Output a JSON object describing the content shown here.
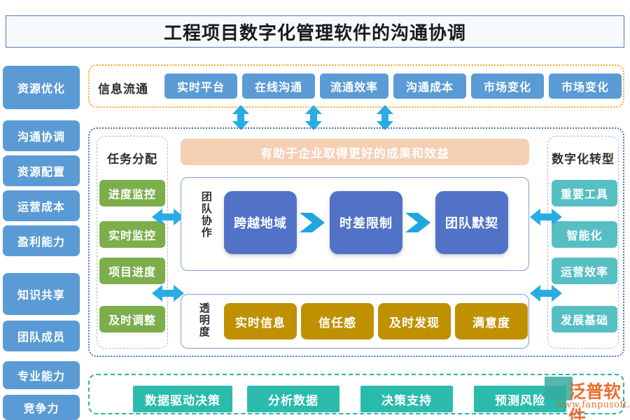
{
  "header": {
    "title": "工程项目数字化管理软件的沟通协调"
  },
  "sidebar": {
    "items": [
      {
        "label": "资源优化"
      },
      {
        "label": "沟通协调"
      },
      {
        "label": "资源配置"
      },
      {
        "label": "运营成本"
      },
      {
        "label": "盈利能力"
      },
      {
        "label": "知识共享"
      },
      {
        "label": "团队成员"
      },
      {
        "label": "专业能力"
      },
      {
        "label": "竞争力"
      }
    ]
  },
  "top_row": {
    "label": "信息流通",
    "chips": [
      {
        "label": "实时平台"
      },
      {
        "label": "在线沟通"
      },
      {
        "label": "流通效率"
      },
      {
        "label": "沟通成本"
      },
      {
        "label": "市场变化"
      },
      {
        "label": "市场变化"
      }
    ]
  },
  "left_panel": {
    "title": "任务分配",
    "chips": [
      {
        "label": "进度监控"
      },
      {
        "label": "实时监控"
      },
      {
        "label": "项目进度"
      },
      {
        "label": "及时调整"
      }
    ]
  },
  "right_panel": {
    "title": "数字化转型",
    "chips": [
      {
        "label": "重要工具"
      },
      {
        "label": "智能化"
      },
      {
        "label": "运营效率"
      },
      {
        "label": "发展基础"
      }
    ]
  },
  "banner": {
    "text": "有助于企业取得更好的成果和效益"
  },
  "flow_row": {
    "label": "团队协作",
    "nodes": [
      {
        "label": "跨越地域"
      },
      {
        "label": "时差限制"
      },
      {
        "label": "团队默契"
      }
    ]
  },
  "transparency_row": {
    "label": "透明度",
    "chips": [
      {
        "label": "实时信息"
      },
      {
        "label": "信任感"
      },
      {
        "label": "及时发现"
      },
      {
        "label": "满意度"
      }
    ]
  },
  "bottom_row": {
    "chips": [
      {
        "label": "数据驱动决策"
      },
      {
        "label": "分析数据"
      },
      {
        "label": "决策支持"
      },
      {
        "label": "预测风险"
      }
    ]
  },
  "watermark": {
    "brand": "泛普软件",
    "url": "www.fanpusoft.com"
  },
  "colors": {
    "blue_chip": "#5b9bd5",
    "green_chip": "#7cae4c",
    "teal_chip": "#56bfc4",
    "gold_chip": "#bf9000",
    "node_blue": "#5172c6",
    "banner_orange": "#f5cfb4",
    "bottom_teal": "#2bbbad",
    "arrow_cyan": "#29ace3",
    "dash_orange": "#f0ad21",
    "dash_blue": "#4472c4",
    "dash_teal": "#2bb3a3"
  }
}
